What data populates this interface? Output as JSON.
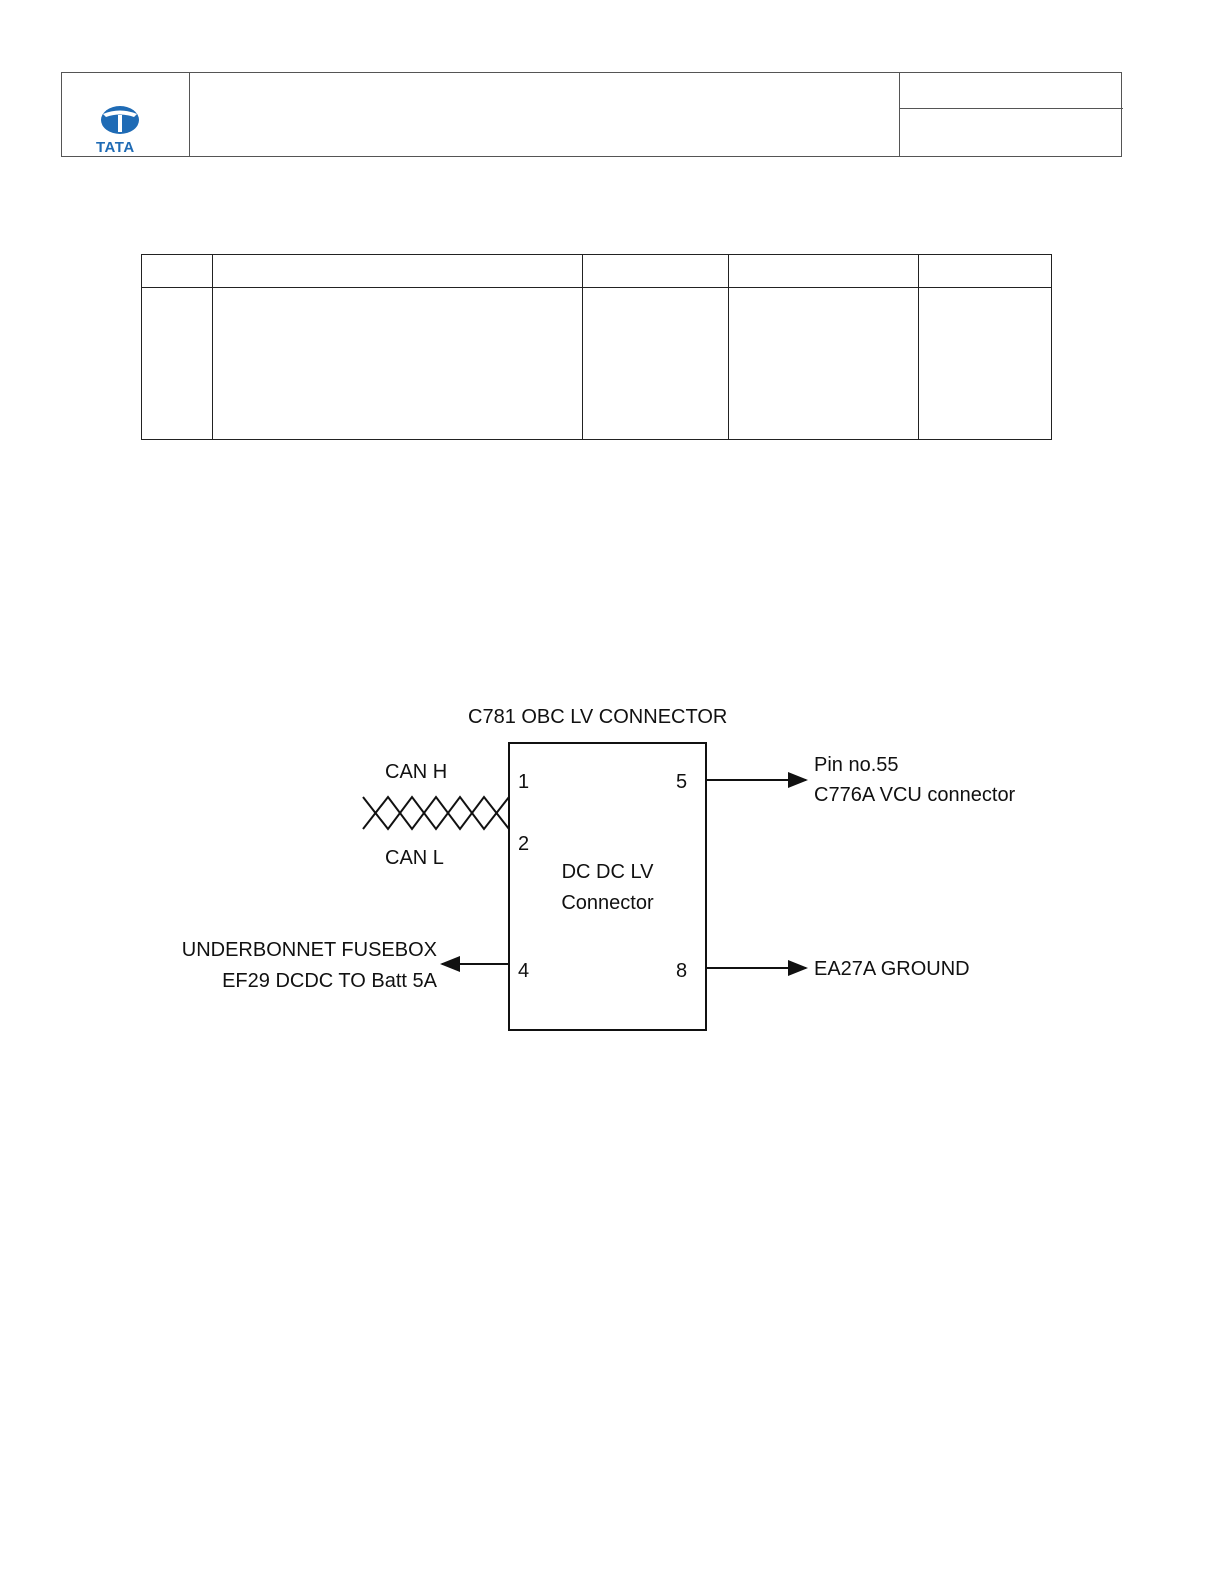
{
  "header": {
    "logo_text": "TATA",
    "logo_color": "#1f6bb5"
  },
  "diagram": {
    "connector_title": "C781 OBC LV CONNECTOR",
    "box_label_line1": "DC DC LV",
    "box_label_line2": "Connector",
    "pins": {
      "pin1": "1",
      "pin2": "2",
      "pin4": "4",
      "pin5": "5",
      "pin8": "8"
    },
    "can_h": "CAN H",
    "can_l": "CAN L",
    "pin5_target_line1": "Pin no.55",
    "pin5_target_line2": "C776A VCU connector",
    "pin8_target": "EA27A GROUND",
    "pin4_target_line1": "UNDERBONNET FUSEBOX",
    "pin4_target_line2": "EF29 DCDC TO Batt 5A"
  }
}
